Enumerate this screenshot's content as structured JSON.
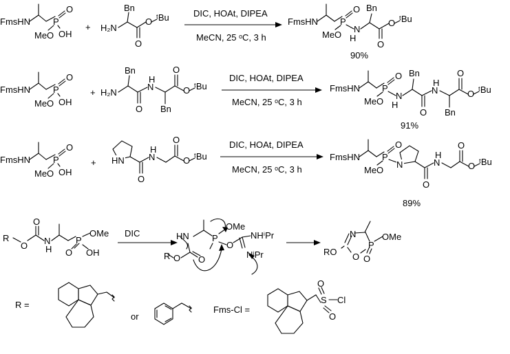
{
  "reactions": [
    {
      "reactant1": {
        "amine": "FmsHN",
        "methoxy": "MeO",
        "phosphorus": "P",
        "oxo": "O",
        "hydroxy": "OH"
      },
      "plus": "+",
      "reactant2": {
        "amine": "H₂N",
        "side_chain": "Bn",
        "carbonyl_o": "O",
        "ester_o": "O",
        "tbu": "ᵗBu"
      },
      "conditions_top": "DIC, HOAt, DIPEA",
      "conditions_bottom": "MeCN, 25 ᵒC, 3 h",
      "product": {
        "amine": "FmsHN",
        "methoxy": "MeO",
        "phosphorus": "P",
        "oxo": "O",
        "nh": "N",
        "nh_h": "H",
        "side_chain": "Bn",
        "carbonyl_o": "O",
        "ester_o": "O",
        "tbu": "ᵗBu"
      },
      "yield": "90%"
    },
    {
      "reactant1": {
        "amine": "FmsHN",
        "methoxy": "MeO",
        "phosphorus": "P",
        "oxo": "O",
        "hydroxy": "OH"
      },
      "plus": "+",
      "reactant2": {
        "amine": "H₂N",
        "side_chain1": "Bn",
        "side_chain2": "Bn",
        "amide_n": "N",
        "amide_h": "H",
        "amide_o": "O",
        "carbonyl_o": "O",
        "ester_o": "O",
        "tbu": "ᵗBu"
      },
      "conditions_top": "DIC, HOAt, DIPEA",
      "conditions_bottom": "MeCN, 25 ᵒC, 3 h",
      "product": {
        "amine": "FmsHN",
        "methoxy": "MeO",
        "phosphorus": "P",
        "oxo": "O",
        "nh": "N",
        "nh_h": "H",
        "side_chain1": "Bn",
        "side_chain2": "Bn",
        "amide_n": "N",
        "amide_h": "H",
        "amide_o": "O",
        "carbonyl_o": "O",
        "ester_o": "O",
        "tbu": "ᵗBu"
      },
      "yield": "91%"
    },
    {
      "reactant1": {
        "amine": "FmsHN",
        "methoxy": "MeO",
        "phosphorus": "P",
        "oxo": "O",
        "hydroxy": "OH"
      },
      "plus": "+",
      "reactant2": {
        "ring_nh": "HN",
        "amide_n": "N",
        "amide_h": "H",
        "amide_o": "O",
        "carbonyl_o": "O",
        "ester_o": "O",
        "tbu": "ᵗBu"
      },
      "conditions_top": "DIC, HOAt, DIPEA",
      "conditions_bottom": "MeCN, 25 ᵒC, 3 h",
      "product": {
        "amine": "FmsHN",
        "methoxy": "MeO",
        "phosphorus": "P",
        "oxo": "O",
        "ring_n": "N",
        "amide_n": "N",
        "amide_h": "H",
        "amide_o": "O",
        "carbonyl_o": "O",
        "ester_o": "O",
        "tbu": "ᵗBu"
      },
      "yield": "89%"
    }
  ],
  "mechanism": {
    "substrate": {
      "r": "R",
      "o1": "O",
      "o2": "O",
      "n": "N",
      "h": "H",
      "p": "P",
      "ome": "OMe",
      "oxo": "O",
      "oh": "OH"
    },
    "reagent": "DIC",
    "intermediate": {
      "hn": "HN",
      "p": "P",
      "ome": "OMe",
      "r": "R",
      "o1": "O",
      "o2": "O",
      "o3": "O",
      "nh_ipr": "NHⁱPr",
      "n_ipr": "NⁱPr"
    },
    "product": {
      "ro": "RO",
      "n": "N",
      "o": "O",
      "p": "P",
      "ome": "OMe",
      "oxo": "O"
    }
  },
  "legend": {
    "r_label": "R =",
    "or_label": "or",
    "fms_label": "Fms-Cl =",
    "sulfonyl_o1": "O",
    "sulfonyl_o2": "O",
    "sulfonyl_s": "S",
    "sulfonyl_cl": "Cl"
  }
}
